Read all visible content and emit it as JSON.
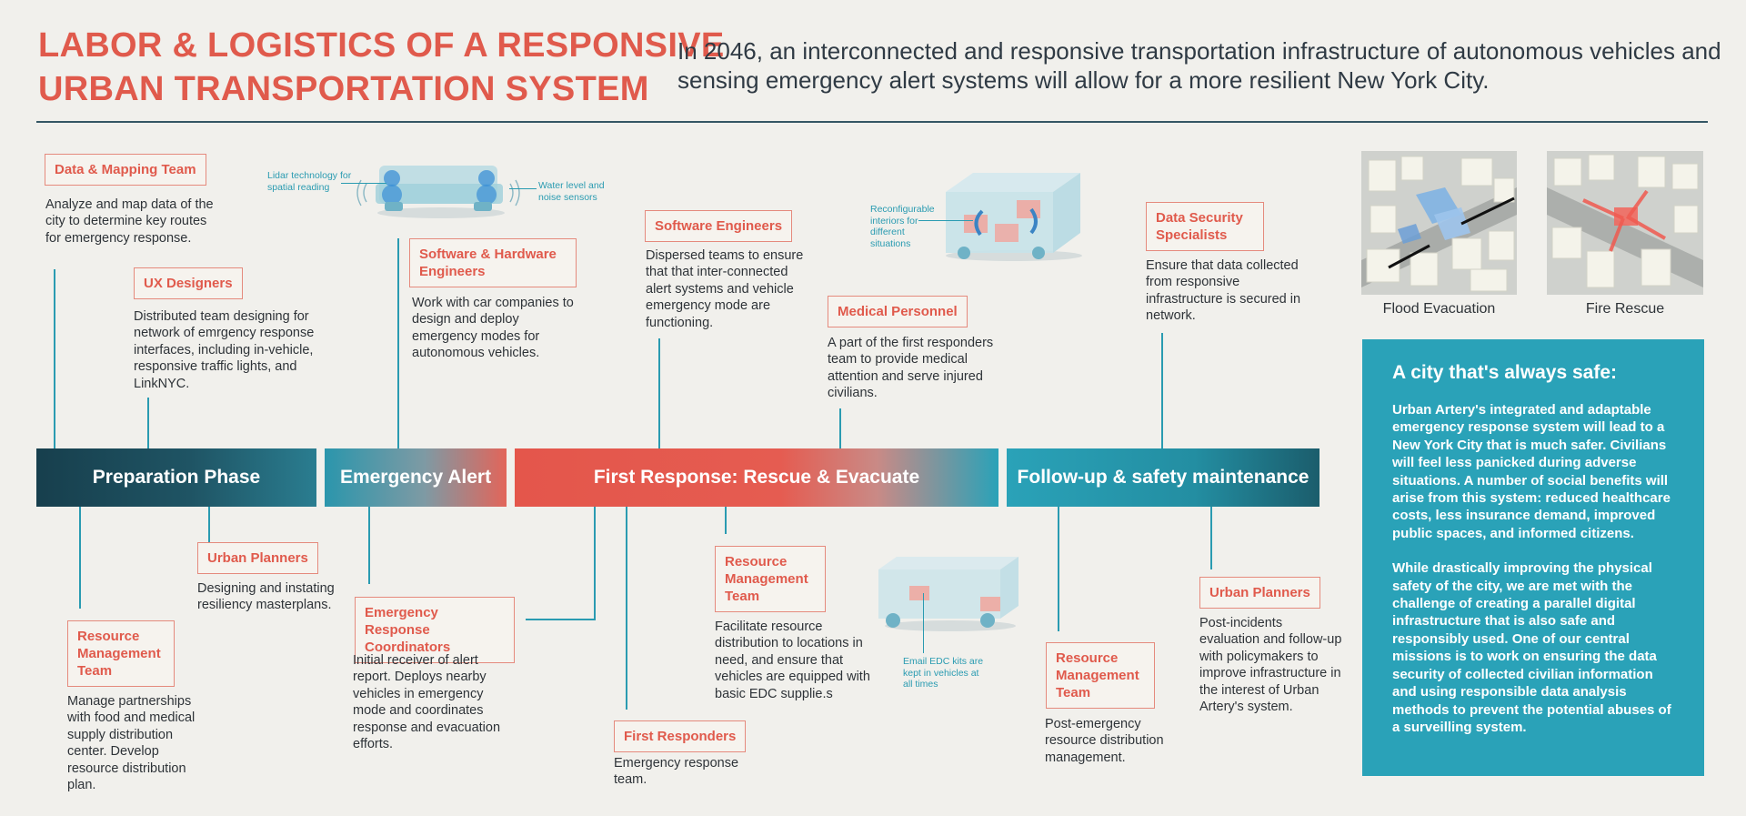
{
  "title": {
    "line1": "LABOR & LOGISTICS OF A RESPONSIVE",
    "line2": "URBAN TRANSPORTATION SYSTEM"
  },
  "intro": "In 2046, an interconnected and responsive transportation infrastructure of autonomous vehicles and sensing emergency alert systems will allow for a more resilient New York City.",
  "phases": [
    "Preparation Phase",
    "Emergency Alert",
    "First Response: Rescue & Evacuate",
    "Follow-up & safety maintenance"
  ],
  "roles": {
    "data_mapping": {
      "tag": "Data & Mapping Team",
      "desc": "Analyze and map data of the city to determine key routes for emergency response."
    },
    "ux_designers": {
      "tag": "UX Designers",
      "desc": "Distributed team designing for network of emrgency response interfaces, including in-vehicle, responsive traffic lights, and LinkNYC."
    },
    "sw_hw_engineers": {
      "tag": "Software & Hardware Engineers",
      "desc": "Work with car companies to design and deploy emergency modes for autonomous vehicles."
    },
    "software_engineers": {
      "tag": "Software Engineers",
      "desc": "Dispersed teams to ensure that that inter-connected alert systems and vehicle emergency mode are functioning."
    },
    "medical_personnel": {
      "tag": "Medical Personnel",
      "desc": "A part of the first responders team to provide medical attention and serve injured civilians."
    },
    "data_security": {
      "tag": "Data Security Specialists",
      "desc": "Ensure that data collected from responsive infrastructure is secured in network."
    },
    "urban_planners_prep": {
      "tag": "Urban Planners",
      "desc": "Designing and instating resiliency masterplans."
    },
    "resource_mgmt_prep": {
      "tag": "Resource Management Team",
      "desc": "Manage partnerships with food and medical supply distribution center. Develop resource distribution plan."
    },
    "emergency_coordinators": {
      "tag": "Emergency Response Coordinators",
      "desc": "Initial receiver of alert report. Deploys nearby vehicles in emergency mode and coordinates response and evacuation efforts."
    },
    "resource_mgmt_response": {
      "tag": "Resource Management Team",
      "desc": "Facilitate resource distribution to locations in need, and ensure that vehicles are equipped with basic EDC supplie.s"
    },
    "first_responders": {
      "tag": "First Responders",
      "desc": "Emergency response team."
    },
    "resource_mgmt_followup": {
      "tag": "Resource Management Team",
      "desc": "Post-emergency resource distribution management."
    },
    "urban_planners_followup": {
      "tag": "Urban Planners",
      "desc": "Post-incidents evaluation and follow-up with policymakers to improve infrastructure in the interest of Urban Artery's system."
    }
  },
  "annotations": {
    "lidar": "Lidar technology for spatial reading",
    "water": "Water level and noise sensors",
    "interiors": "Reconfigurable interiors for different situations",
    "edc": "Email EDC kits are kept in vehicles at all times"
  },
  "thumbnails": {
    "flood": "Flood Evacuation",
    "fire": "Fire Rescue"
  },
  "panel": {
    "heading": "A city that's always safe:",
    "p1": "Urban Artery's integrated and adaptable emergency response system will lead to a New York City that is much safer. Civilians will feel less panicked during adverse situations. A number of social benefits will arise from this system: reduced healthcare costs, less insurance demand, improved public spaces, and informed citizens.",
    "p2": "While drastically improving the physical safety of the city, we are met with the challenge of creating a parallel digital infrastructure that is also safe and responsibly used. One of our central missions is to work on ensuring the data security of collected civilian information and using responsible data analysis methods to prevent the potential abuses of a surveilling system."
  },
  "colors": {
    "accent_red": "#e05a4c",
    "teal": "#2aa2b8",
    "dark_teal": "#173f4d",
    "background": "#f1f0ec"
  }
}
